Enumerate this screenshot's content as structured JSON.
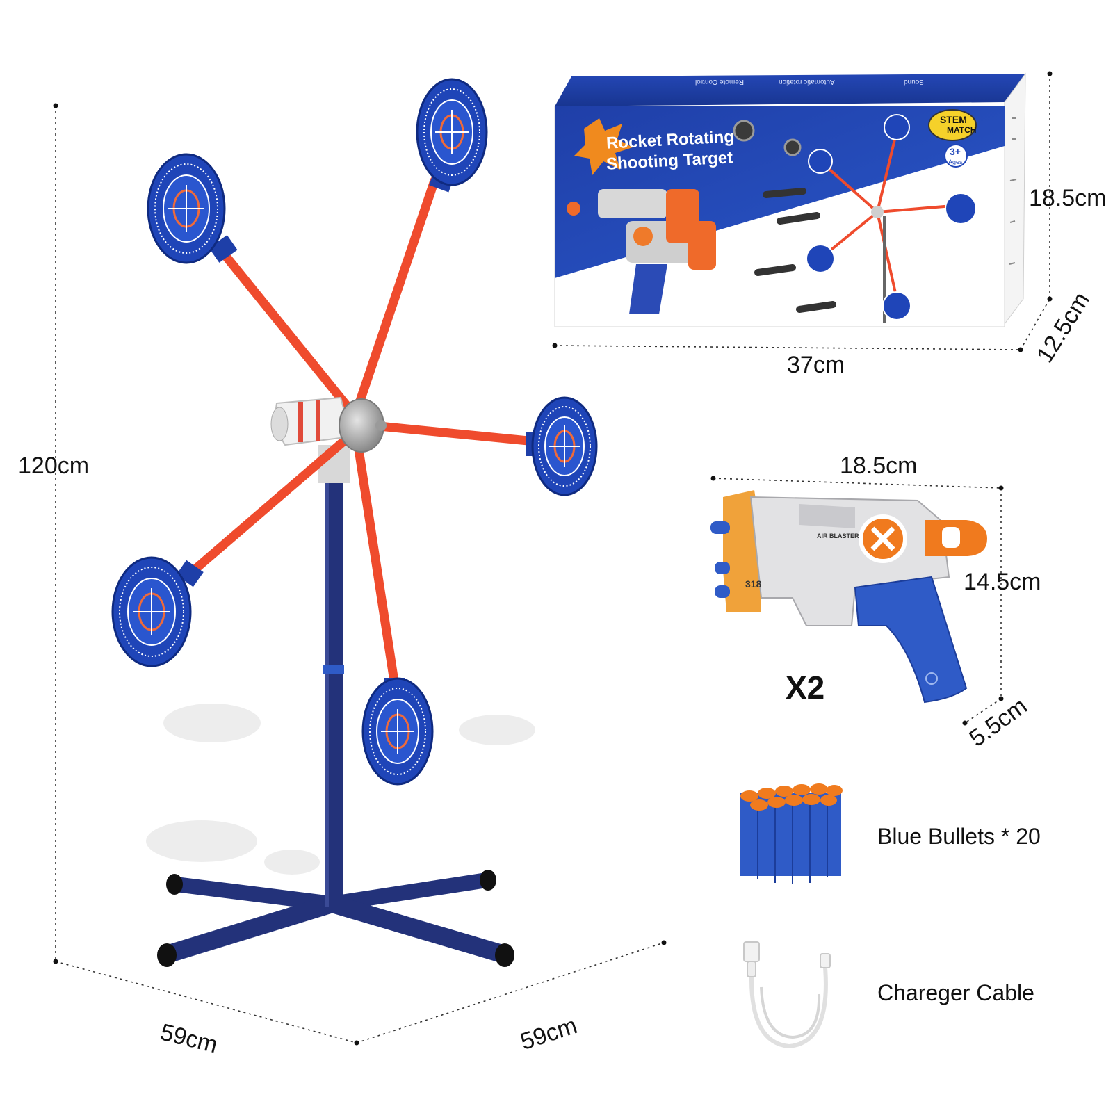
{
  "dimensions": {
    "stand_height": "120cm",
    "base_width_left": "59cm",
    "base_width_right": "59cm",
    "box_width": "37cm",
    "box_height": "18.5cm",
    "box_depth": "12.5cm",
    "gun_width": "18.5cm",
    "gun_height": "14.5cm",
    "gun_depth": "5.5cm"
  },
  "box": {
    "title_line1": "Rocket Rotating",
    "title_line2": "Shooting Target",
    "brand_line1": "STEM",
    "brand_line2": "MATCH",
    "age_line1": "3+",
    "age_line2": "Ages",
    "top_features": [
      "Remote Control",
      "Automatic rotation",
      "Sound"
    ]
  },
  "gun": {
    "quantity": "X2",
    "brand": "AIR BLASTER",
    "model": "318"
  },
  "accessories": {
    "bullets_label": "Blue Bullets * 20",
    "cable_label": "Chareger Cable"
  },
  "colors": {
    "target_blue": "#1f45b8",
    "arm_orange": "#ef4b2d",
    "pole_navy": "#23327a",
    "dart_blue": "#2f5bc7",
    "dart_tip_orange": "#f07b1e"
  }
}
